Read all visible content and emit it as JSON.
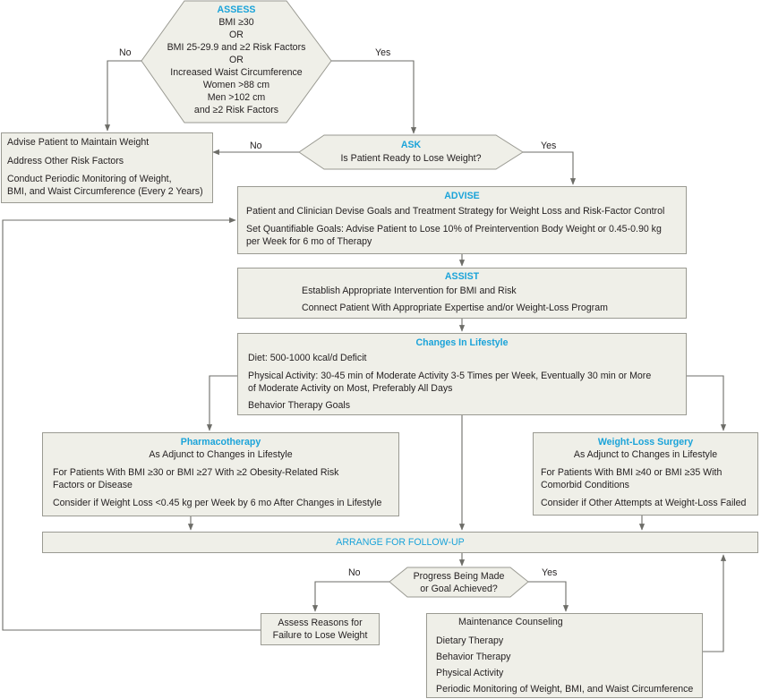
{
  "assess": {
    "heading": "ASSESS",
    "lines": [
      "BMI ≥30",
      "OR",
      "BMI 25-29.9 and ≥2 Risk Factors",
      "OR",
      "Increased Waist Circumference",
      "Women >88 cm",
      "Men >102 cm",
      "and ≥2 Risk Factors"
    ],
    "no_label": "No",
    "yes_label": "Yes"
  },
  "maintain": {
    "lines": [
      "Advise Patient to Maintain Weight",
      "Address Other Risk Factors",
      "Conduct Periodic Monitoring of Weight,",
      "BMI, and Waist Circumference (Every 2 Years)"
    ]
  },
  "ask": {
    "heading": "ASK",
    "question": "Is Patient Ready to Lose Weight?",
    "no_label": "No",
    "yes_label": "Yes"
  },
  "advise": {
    "heading": "ADVISE",
    "lines": [
      "Patient and Clinician Devise Goals and Treatment Strategy for Weight Loss and Risk-Factor Control",
      "Set Quantifiable Goals: Advise Patient to Lose 10% of Preintervention Body Weight or 0.45-0.90 kg",
      "per Week for 6 mo of Therapy"
    ]
  },
  "assist": {
    "heading": "ASSIST",
    "lines": [
      "Establish Appropriate Intervention for BMI and Risk",
      "Connect Patient With Appropriate Expertise and/or Weight-Loss Program"
    ]
  },
  "lifestyle": {
    "heading": "Changes In Lifestyle",
    "lines": [
      "Diet: 500-1000 kcal/d Deficit",
      "Physical Activity: 30-45 min of Moderate Activity 3-5 Times per Week, Eventually 30 min or More",
      "of Moderate Activity on Most, Preferably All Days",
      "Behavior Therapy Goals"
    ]
  },
  "pharma": {
    "heading": "Pharmacotherapy",
    "lines": [
      "As Adjunct to Changes in Lifestyle",
      "For Patients With BMI ≥30 or BMI ≥27 With ≥2 Obesity-Related Risk",
      "Factors or Disease",
      "Consider if Weight Loss <0.45 kg per Week by 6 mo After Changes in Lifestyle"
    ]
  },
  "surgery": {
    "heading": "Weight-Loss Surgery",
    "lines": [
      "As Adjunct to Changes in Lifestyle",
      "For Patients With BMI ≥40 or BMI ≥35 With",
      "Comorbid Conditions",
      "Consider if Other Attempts at Weight-Loss Failed"
    ]
  },
  "arrange": {
    "heading": "ARRANGE FOR FOLLOW-UP"
  },
  "progress": {
    "lines": [
      "Progress Being Made",
      "or Goal Achieved?"
    ],
    "no_label": "No",
    "yes_label": "Yes"
  },
  "failure": {
    "lines": [
      "Assess Reasons for",
      "Failure to Lose Weight"
    ]
  },
  "maintenance": {
    "lines": [
      "Maintenance Counseling",
      "Dietary Therapy",
      "Behavior Therapy",
      "Physical Activity",
      "Periodic Monitoring of Weight, BMI, and Waist Circumference"
    ]
  },
  "colors": {
    "heading": "#1aa3d9",
    "box_fill": "#efefe8",
    "box_border": "#9a9a92",
    "connector": "#6d6d68"
  }
}
